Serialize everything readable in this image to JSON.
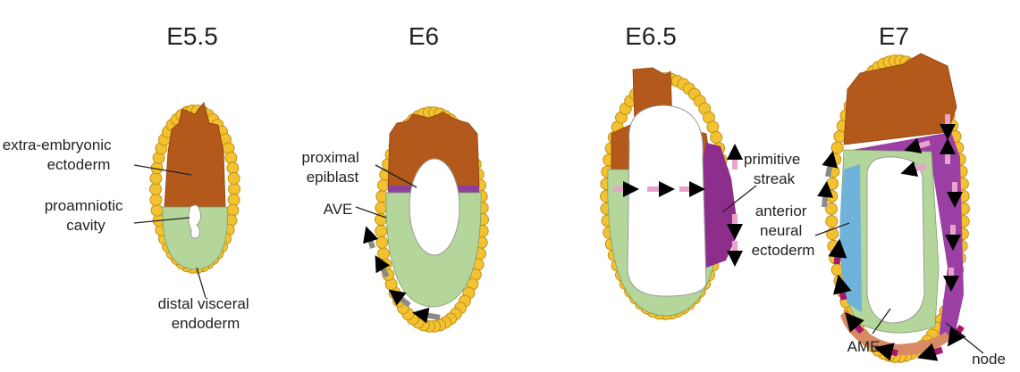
{
  "figure": {
    "stages": {
      "e55": "E5.5",
      "e6": "E6",
      "e65": "E6.5",
      "e7": "E7"
    },
    "labels": {
      "extra_embryonic": [
        "extra-embryonic",
        "ectoderm"
      ],
      "proamniotic": [
        "proamniotic",
        "cavity"
      ],
      "distal_ve": [
        "distal visceral",
        "endoderm"
      ],
      "proximal_epiblast": [
        "proximal",
        "epiblast"
      ],
      "ave": "AVE",
      "primitive_streak": [
        "primitive",
        "streak"
      ],
      "anterior_neural": [
        "anterior",
        "neural",
        "ectoderm"
      ],
      "ame": "AME",
      "node": "node"
    },
    "colors": {
      "extraembryonic_ectoderm": "#B3591B",
      "epiblast": "#B5D69B",
      "visceral_endoderm": "#F2C230",
      "visceral_endoderm_edge": "#C08A10",
      "outline": "#E8A11A",
      "primitive_streak": "#8E2E8C",
      "anterior_neural_ectoderm": "#6FB3DB",
      "ame": "#D98A64",
      "arrow_grey": "#8A8A8A",
      "arrow_pink": "#E8A3CC",
      "arrow_magenta": "#A3176E"
    }
  }
}
